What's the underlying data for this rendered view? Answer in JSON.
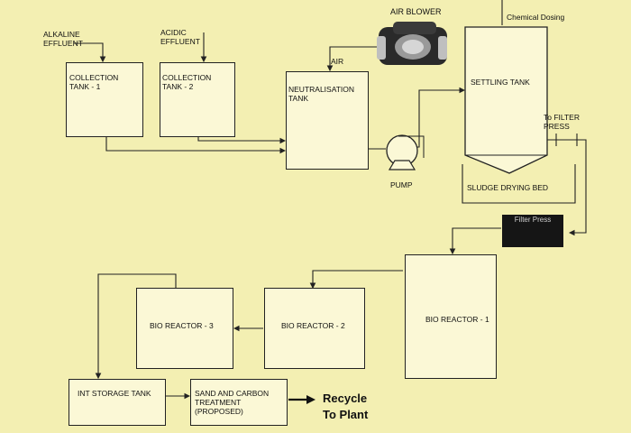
{
  "inputs": {
    "alkaline": "ALKALINE\nEFFLUENT",
    "acidic": "ACIDIC\nEFFLUENT"
  },
  "units": {
    "collection_1": "COLLECTION\nTANK - 1",
    "collection_2": "COLLECTION\nTANK - 2",
    "neutralisation": "NEUTRALISATION\nTANK",
    "settling": "SETTLING TANK",
    "bio_1": "BIO REACTOR - 1",
    "bio_2": "BIO REACTOR - 2",
    "bio_3": "BIO REACTOR - 3",
    "storage": "INT STORAGE TANK",
    "sand_carbon": "SAND AND CARBON\nTREATMENT (PROPOSED)"
  },
  "labels": {
    "air_blower": "AIR BLOWER",
    "air": "AIR",
    "chemical_dosing": "Chemical Dosing",
    "pump": "PUMP",
    "to_filter_press": "To FILTER\nPRESS",
    "sludge_drying_bed": "SLUDGE DRYING BED",
    "filter_press": "Filter Press",
    "recycle": "Recycle\nTo Plant"
  },
  "colors": {
    "background": "#f3efb2",
    "box_fill": "#fbf8d6",
    "line": "#222222",
    "filter_press_fill": "#151515"
  }
}
